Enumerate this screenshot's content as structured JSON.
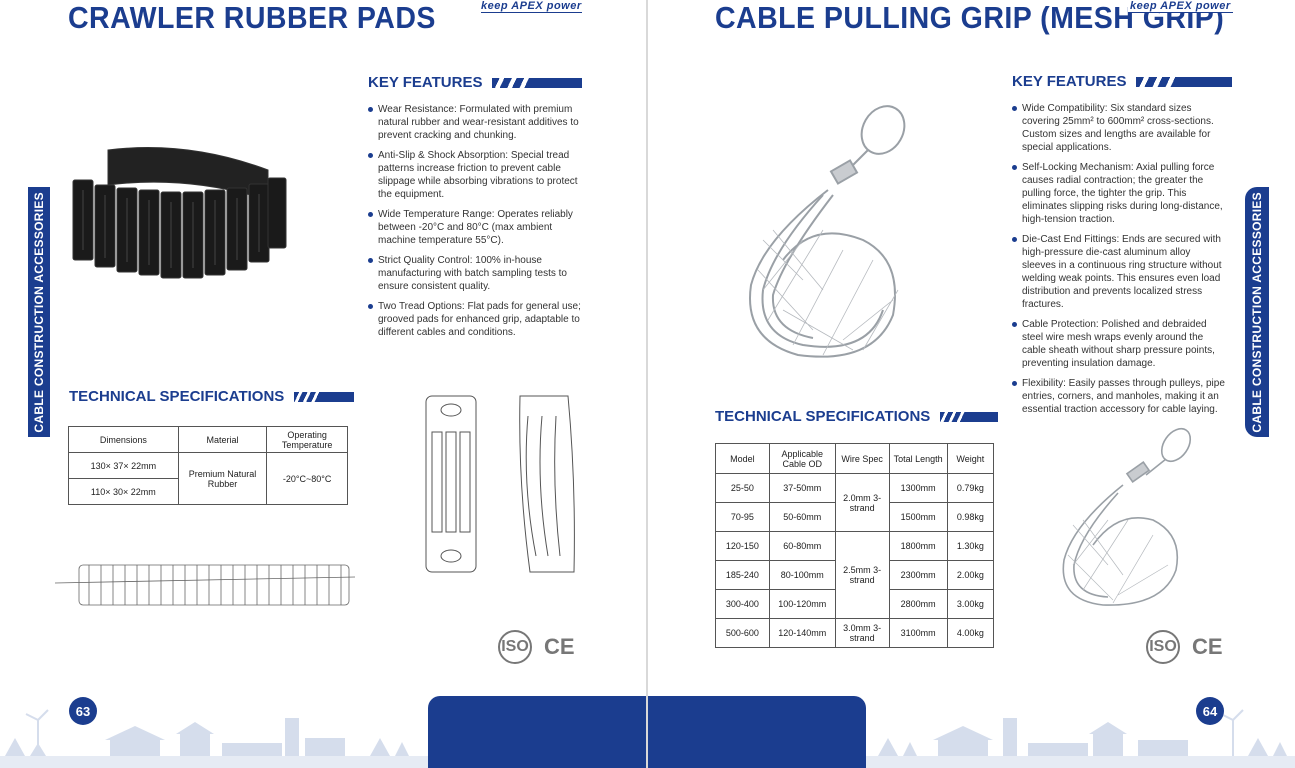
{
  "left": {
    "title": "CRAWLER RUBBER PADS",
    "brand": "keep APEX power",
    "side_tab": "CABLE CONSTRUCTION ACCESSORIES",
    "key_features_title": "KEY FEATURES",
    "features": [
      "Wear Resistance: Formulated with premium natural rubber and wear-resistant additives to prevent cracking and chunking.",
      "Anti-Slip & Shock Absorption: Special tread patterns increase friction to prevent cable slippage while absorbing vibrations to protect the equipment.",
      "Wide Temperature Range: Operates reliably between -20°C and 80°C (max ambient machine temperature 55°C).",
      "Strict Quality Control: 100% in-house manufacturing with batch sampling tests to ensure consistent quality.",
      "Two Tread Options: Flat pads for general use; grooved pads for enhanced grip, adaptable to different cables and conditions."
    ],
    "tech_title": "TECHNICAL SPECIFICATIONS",
    "table": {
      "headers": [
        "Dimensions",
        "Material",
        "Operating Temperature"
      ],
      "dimensions": [
        "130× 37× 22mm",
        "110× 30× 22mm"
      ],
      "material": "Premium Natural Rubber",
      "temperature": "-20°C~80°C"
    },
    "cert_iso": "ISO",
    "cert_ce": "CE",
    "page_number": "63"
  },
  "right": {
    "title": "CABLE PULLING GRIP (MESH GRIP)",
    "brand": "keep APEX power",
    "side_tab": "CABLE CONSTRUCTION ACCESSORIES",
    "key_features_title": "KEY FEATURES",
    "features": [
      "Wide Compatibility: Six standard sizes covering 25mm² to 600mm² cross-sections. Custom sizes and lengths are available for special applications.",
      "Self-Locking Mechanism: Axial pulling force causes radial contraction; the greater the pulling force, the tighter the grip. This eliminates slipping risks during long-distance, high-tension traction.",
      "Die-Cast End Fittings: Ends are secured with high-pressure die-cast aluminum alloy sleeves in a continuous ring structure without welding weak points. This ensures even load distribution and prevents localized stress fractures.",
      "Cable Protection: Polished and debraided steel wire mesh wraps evenly around the cable sheath without sharp pressure points, preventing insulation damage.",
      "Flexibility: Easily passes through pulleys, pipe entries, corners, and manholes, making it an essential traction accessory for cable laying."
    ],
    "tech_title": "TECHNICAL SPECIFICATIONS",
    "table": {
      "headers": [
        "Model",
        "Applicable Cable OD",
        "Wire Spec",
        "Total Length",
        "Weight"
      ],
      "rows": [
        [
          "25-50",
          "37-50mm",
          "1300mm",
          "0.79kg"
        ],
        [
          "70-95",
          "50-60mm",
          "1500mm",
          "0.98kg"
        ],
        [
          "120-150",
          "60-80mm",
          "1800mm",
          "1.30kg"
        ],
        [
          "185-240",
          "80-100mm",
          "2300mm",
          "2.00kg"
        ],
        [
          "300-400",
          "100-120mm",
          "2800mm",
          "3.00kg"
        ],
        [
          "500-600",
          "120-140mm",
          "3100mm",
          "4.00kg"
        ]
      ],
      "wire_specs": [
        "2.0mm 3-strand",
        "2.5mm 3-strand",
        "3.0mm 3-strand"
      ]
    },
    "cert_iso": "ISO",
    "cert_ce": "CE",
    "page_number": "64"
  }
}
